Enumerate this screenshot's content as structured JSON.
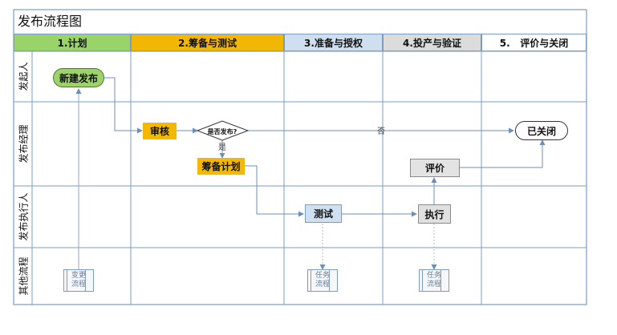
{
  "title": "发布流程图",
  "phases": [
    "1.计划",
    "2.筹备与测试",
    "3.准备与授权",
    "4.投产与验证",
    "5.   评价与关闭"
  ],
  "lanes": [
    "发起人",
    "发布经理",
    "发布执行人",
    "其他流程"
  ],
  "nodes": {
    "start": "新建发布",
    "review": "审核",
    "decision": "是否发布?",
    "prep_plan": "筹备计划",
    "test": "测试",
    "execute": "执行",
    "evaluate": "评价",
    "closed": "已关闭"
  },
  "edge_labels": {
    "no": "否",
    "yes": "是"
  },
  "sub_processes": {
    "change": [
      "变更",
      "流程"
    ],
    "task_1": [
      "任务",
      "流程"
    ],
    "task_2": [
      "任务",
      "流程"
    ]
  },
  "colors": {
    "phase_1": "#9bd36b",
    "phase_2": "#f2b705",
    "phase_3": "#cfdff0",
    "phase_4": "#dcdcdc",
    "phase_5": "#ffffff",
    "start_fill": "#9ed26a",
    "review_fill": "#f5b800",
    "prep_fill": "#f5b800",
    "test_fill": "#cfe0f3",
    "execute_fill": "#e0e0e0",
    "evaluate_fill": "#e3e3e3",
    "line": "#6c8fba"
  }
}
